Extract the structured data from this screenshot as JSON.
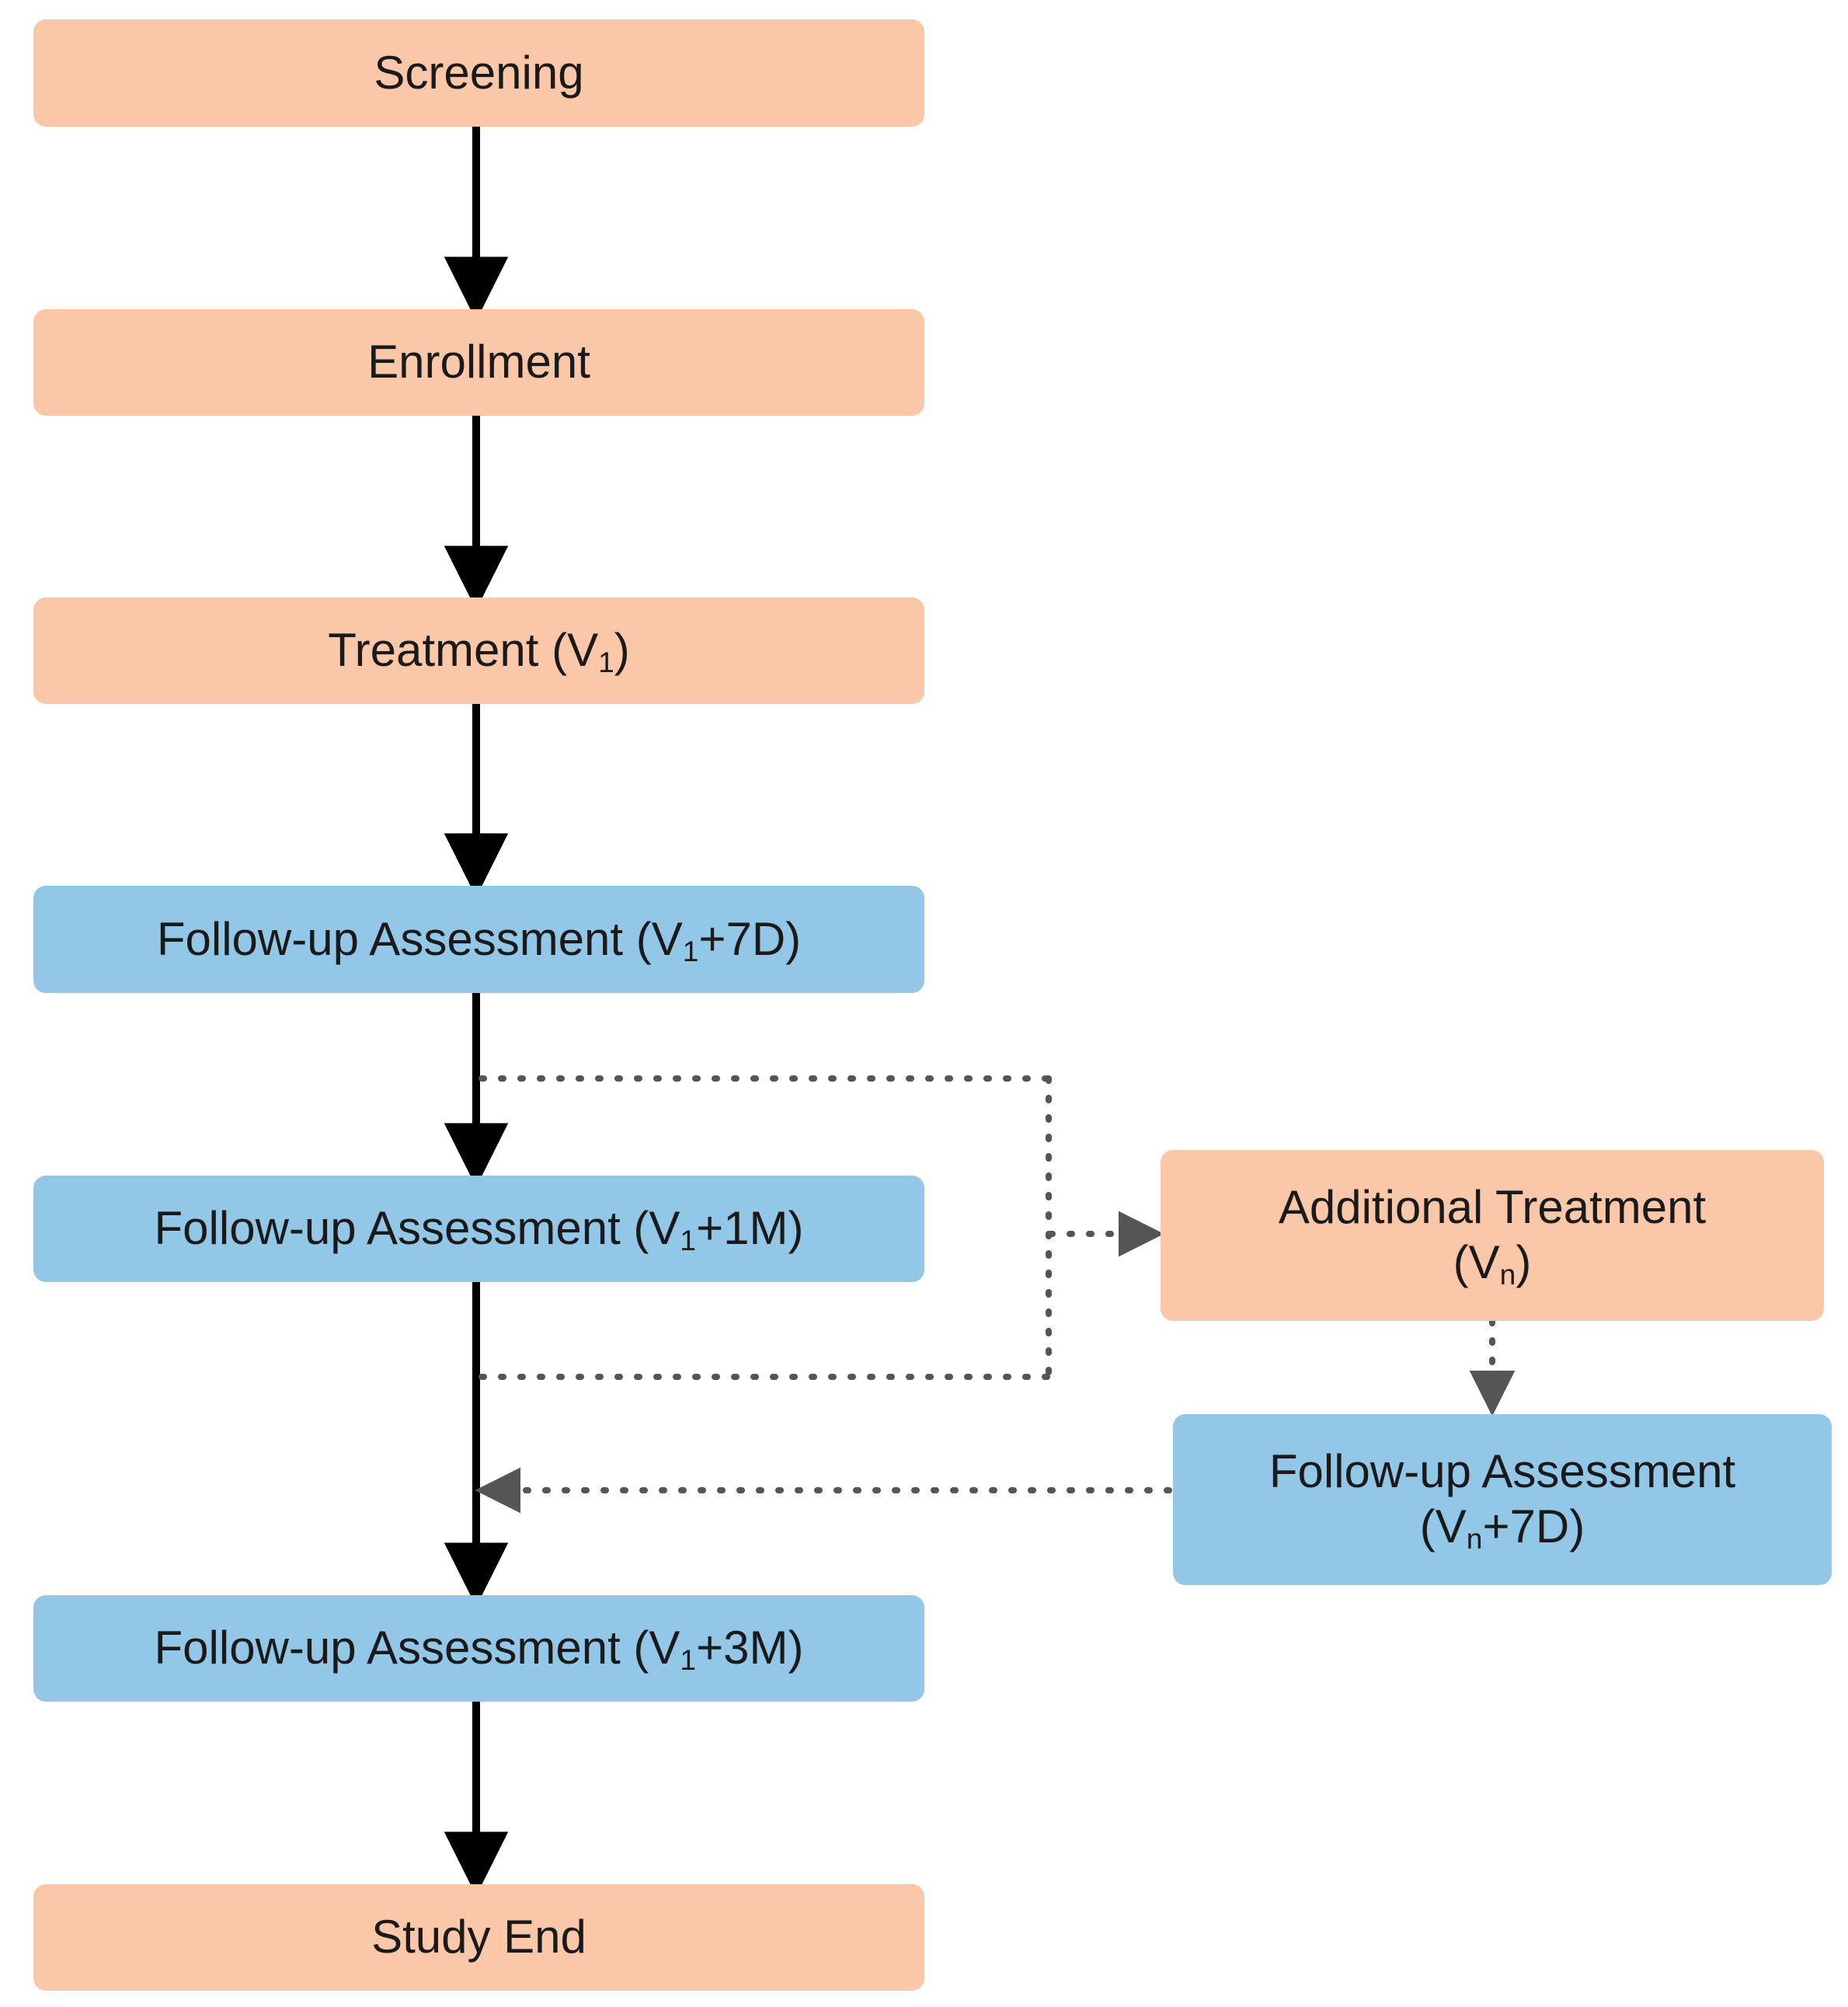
{
  "diagram": {
    "title": "Clinical Study Flow Diagram",
    "type": "flowchart",
    "colors": {
      "treatment_box": "#fbc7a9",
      "assessment_box": "#93c7e8",
      "solid_arrow": "#000000",
      "dotted_arrow": "#555555",
      "text": "#1a1a1a",
      "background": "#ffffff"
    },
    "nodes": [
      {
        "id": "screening",
        "label": "Screening",
        "category": "treatment",
        "color": "#fbc7a9",
        "column": "main"
      },
      {
        "id": "enrollment",
        "label": "Enrollment",
        "category": "treatment",
        "color": "#fbc7a9",
        "column": "main"
      },
      {
        "id": "treatment-v1",
        "label": "Treatment (V1)",
        "label_prefix": "Treatment (V",
        "label_sub": "1",
        "label_suffix": ")",
        "category": "treatment",
        "color": "#fbc7a9",
        "column": "main"
      },
      {
        "id": "followup-v1-7d",
        "label": "Follow-up Assessment (V1+7D)",
        "label_prefix": "Follow-up Assessment (V",
        "label_sub": "1",
        "label_suffix": "+7D)",
        "category": "assessment",
        "color": "#93c7e8",
        "column": "main"
      },
      {
        "id": "followup-v1-1m",
        "label": "Follow-up Assessment (V1+1M)",
        "label_prefix": "Follow-up Assessment (V",
        "label_sub": "1",
        "label_suffix": "+1M)",
        "category": "assessment",
        "color": "#93c7e8",
        "column": "main"
      },
      {
        "id": "followup-v1-3m",
        "label": "Follow-up Assessment (V1+3M)",
        "label_prefix": "Follow-up Assessment (V",
        "label_sub": "1",
        "label_suffix": "+3M)",
        "category": "assessment",
        "color": "#93c7e8",
        "column": "main"
      },
      {
        "id": "study-end",
        "label": "Study End",
        "category": "treatment",
        "color": "#fbc7a9",
        "column": "main"
      },
      {
        "id": "additional-treatment-vn",
        "label": "Additional Treatment (Vn)",
        "line1": "Additional Treatment",
        "line2_prefix": "(V",
        "line2_sub": "n",
        "line2_suffix": ")",
        "category": "treatment",
        "color": "#fbc7a9",
        "column": "side"
      },
      {
        "id": "followup-vn-7d",
        "label": "Follow-up Assessment (Vn+7D)",
        "line1": "Follow-up Assessment",
        "line2_prefix": "(V",
        "line2_sub": "n",
        "line2_suffix": "+7D)",
        "category": "assessment",
        "color": "#93c7e8",
        "column": "side"
      }
    ],
    "edges": [
      {
        "id": "e1",
        "from": "screening",
        "to": "enrollment",
        "style": "solid"
      },
      {
        "id": "e2",
        "from": "enrollment",
        "to": "treatment-v1",
        "style": "solid"
      },
      {
        "id": "e3",
        "from": "treatment-v1",
        "to": "followup-v1-7d",
        "style": "solid"
      },
      {
        "id": "e4",
        "from": "followup-v1-7d",
        "to": "followup-v1-1m",
        "style": "solid"
      },
      {
        "id": "e5",
        "from": "followup-v1-1m",
        "to": "followup-v1-3m",
        "style": "solid"
      },
      {
        "id": "e6",
        "from": "followup-v1-3m",
        "to": "study-end",
        "style": "solid"
      },
      {
        "id": "e7",
        "from": "followup-v1-7d",
        "to": "additional-treatment-vn",
        "style": "dotted"
      },
      {
        "id": "e8",
        "from": "followup-v1-1m",
        "to": "additional-treatment-vn",
        "style": "dotted"
      },
      {
        "id": "e9",
        "from": "additional-treatment-vn",
        "to": "followup-vn-7d",
        "style": "dotted"
      },
      {
        "id": "e10",
        "from": "followup-vn-7d",
        "to": "main-flow",
        "style": "dotted"
      }
    ]
  }
}
